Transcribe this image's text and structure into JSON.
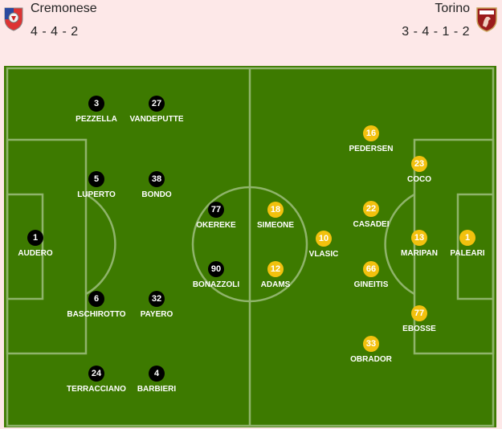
{
  "home": {
    "name": "Cremonese",
    "formation": "4 - 4 - 2",
    "crest_icon": "cremonese-crest-icon",
    "color": "#000000",
    "players": [
      {
        "number": "1",
        "name": "AUDERO"
      },
      {
        "number": "3",
        "name": "PEZZELLA"
      },
      {
        "number": "5",
        "name": "LUPERTO"
      },
      {
        "number": "6",
        "name": "BASCHIROTTO"
      },
      {
        "number": "24",
        "name": "TERRACCIANO"
      },
      {
        "number": "27",
        "name": "VANDEPUTTE"
      },
      {
        "number": "38",
        "name": "BONDO"
      },
      {
        "number": "32",
        "name": "PAYERO"
      },
      {
        "number": "4",
        "name": "BARBIERI"
      },
      {
        "number": "77",
        "name": "OKEREKE"
      },
      {
        "number": "90",
        "name": "BONAZZOLI"
      }
    ]
  },
  "away": {
    "name": "Torino",
    "formation": "3 - 4 - 1 - 2",
    "crest_icon": "torino-crest-icon",
    "color": "#f2c10e",
    "players": [
      {
        "number": "1",
        "name": "PALEARI"
      },
      {
        "number": "23",
        "name": "COCO"
      },
      {
        "number": "13",
        "name": "MARIPAN"
      },
      {
        "number": "77",
        "name": "EBOSSE"
      },
      {
        "number": "16",
        "name": "PEDERSEN"
      },
      {
        "number": "22",
        "name": "CASADEI"
      },
      {
        "number": "66",
        "name": "GINEITIS"
      },
      {
        "number": "33",
        "name": "OBRADOR"
      },
      {
        "number": "10",
        "name": "VLASIC"
      },
      {
        "number": "18",
        "name": "SIMEONE"
      },
      {
        "number": "12",
        "name": "ADAMS"
      }
    ]
  },
  "pitch_color": "#3d7a00"
}
